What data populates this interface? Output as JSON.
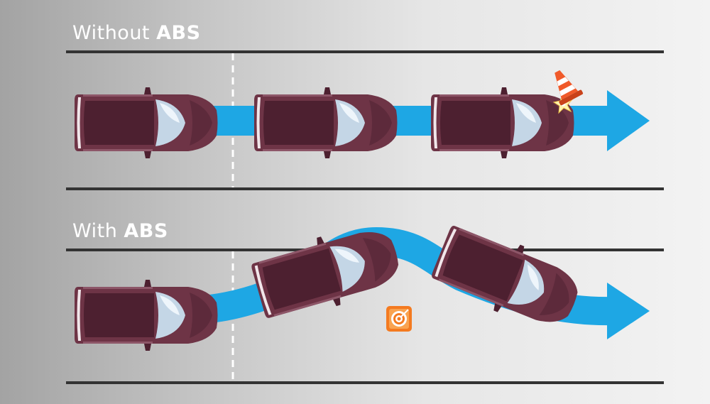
{
  "sections": [
    {
      "prefix": "Without ",
      "highlight": "ABS"
    },
    {
      "prefix": "With ",
      "highlight": "ABS"
    }
  ],
  "colors": {
    "arrow": "#1ea7e4",
    "car_body": "#6e3446",
    "road_line": "#333333",
    "lane_marker": "#ffffff",
    "title_text": "#ffffff"
  },
  "icons": [
    "traffic-cone-icon",
    "collision-spark-icon",
    "target-icon"
  ]
}
